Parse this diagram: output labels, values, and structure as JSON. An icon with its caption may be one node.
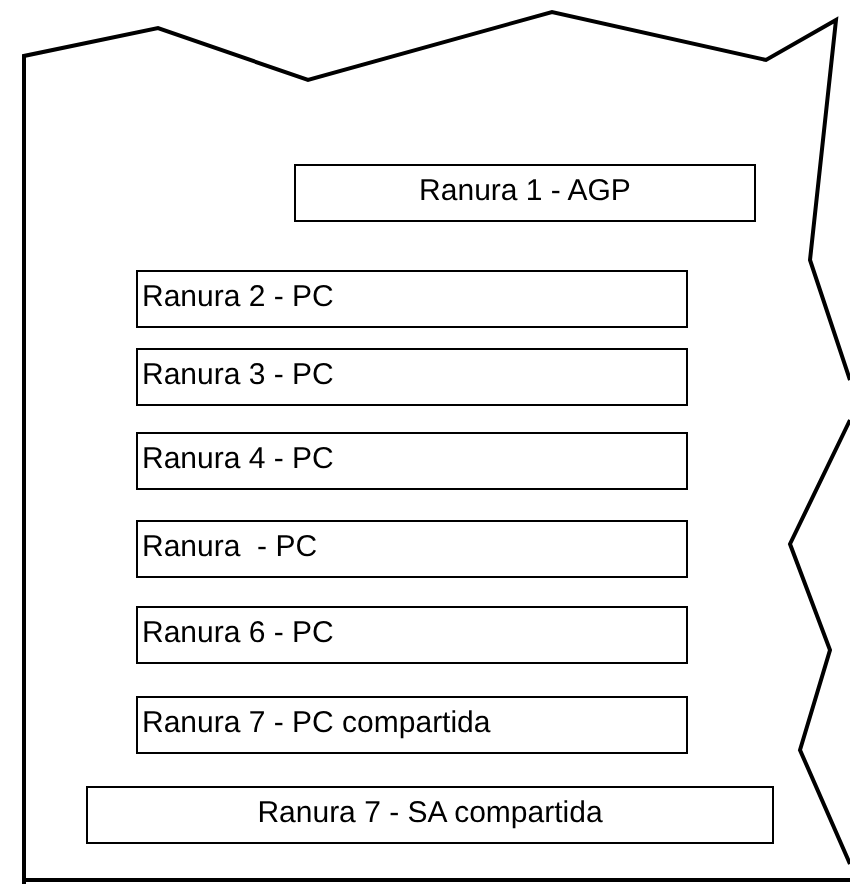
{
  "diagram": {
    "nodes": [
      {
        "text": [
          "Ranura 1 - AGP"
        ]
      },
      {
        "text": [
          "Ranura 2 - PC"
        ]
      },
      {
        "text": [
          "Ranura 3 - PC"
        ]
      },
      {
        "text": [
          "Ranura 4 - PC"
        ]
      },
      {
        "text": [
          "Ranura  - PC"
        ]
      },
      {
        "text": [
          "Ranura 6 - PC"
        ]
      },
      {
        "text": [
          "Ranura 7 - PC compartida"
        ]
      },
      {
        "text": [
          "Ranura 7 - SA compartida"
        ]
      }
    ]
  }
}
